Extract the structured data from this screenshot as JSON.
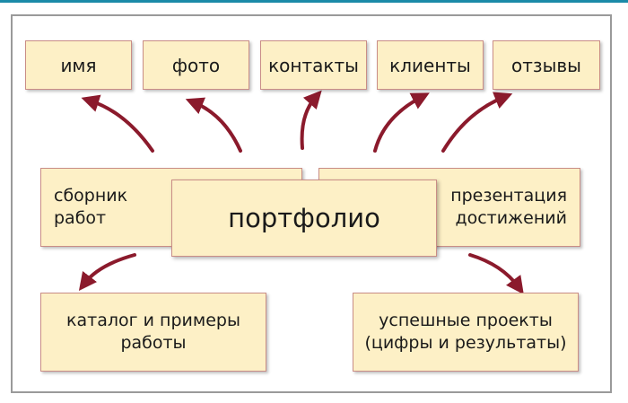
{
  "diagram": {
    "center": "портфолио",
    "top_items": [
      "имя",
      "фото",
      "контакты",
      "клиенты",
      "отзывы"
    ],
    "left_mid": "сборник\nработ",
    "right_mid": "презентация\nдостижений",
    "bottom_left": "каталог и примеры\nработы",
    "bottom_right": "успешные проекты\n(цифры и результаты)",
    "colors": {
      "box_fill": "#fdf0c6",
      "box_border": "#c98d86",
      "arrow": "#8b1a2c",
      "frame": "#9a9a9a",
      "accent": "#1b8aa8"
    }
  }
}
